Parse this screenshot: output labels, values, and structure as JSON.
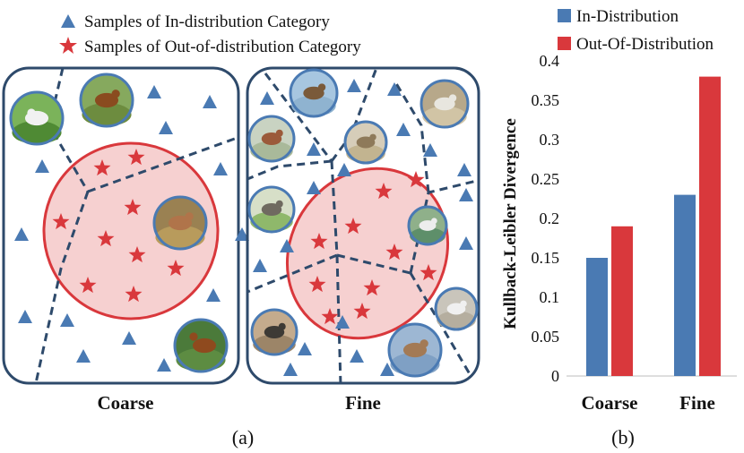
{
  "legend_a": {
    "in_label": "Samples of In-distribution Category",
    "out_label": "Samples of Out-of-distribution Category",
    "in_color": "#4a7ab3",
    "out_color": "#d9383c"
  },
  "panel_a": {
    "coarse_label": "Coarse",
    "fine_label": "Fine",
    "caption": "(a)",
    "box_color": "#2e4a6b",
    "ellipse_fill": "#f6d0d0",
    "ellipse_stroke": "#d9383c",
    "coarse_photos": [
      "dog-icon",
      "cow-icon",
      "deer-icon",
      "horse-icon"
    ],
    "fine_photos": [
      "hawk-icon",
      "shorebird-icon",
      "avocet-icon",
      "sandpiper-icon",
      "plover-icon",
      "wading-bird-icon",
      "killdeer-icon",
      "dunlin-icon"
    ]
  },
  "panel_b": {
    "caption": "(b)"
  },
  "chart_data": {
    "type": "bar",
    "categories": [
      "Coarse",
      "Fine"
    ],
    "series": [
      {
        "name": "In-Distribution",
        "values": [
          0.15,
          0.23
        ],
        "color": "#4a7ab3"
      },
      {
        "name": "Out-Of-Distribution",
        "values": [
          0.19,
          0.38
        ],
        "color": "#d9383c"
      }
    ],
    "ylabel": "Kullback-Leibler Divergence",
    "xlabel": "",
    "ylim": [
      0,
      0.4
    ],
    "yticks": [
      "0",
      "0.05",
      "0.1",
      "0.15",
      "0.2",
      "0.25",
      "0.3",
      "0.35",
      "0.4"
    ],
    "legend_position": "top",
    "grid": false
  }
}
